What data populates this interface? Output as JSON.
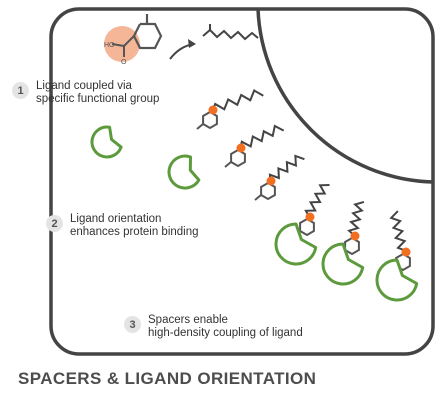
{
  "steps": [
    {
      "number": "1",
      "line1": "Ligand coupled via",
      "line2": "specific functional group"
    },
    {
      "number": "2",
      "line1": "Ligand orientation",
      "line2": "enhances protein binding"
    },
    {
      "number": "3",
      "line1": "Spacers enable",
      "line2": "high-density coupling of ligand"
    }
  ],
  "functional_group": {
    "ho": "HO",
    "o": "O"
  },
  "caption": "SPACERS & LIGAND ORIENTATION",
  "colors": {
    "frame": "#444444",
    "bead_stroke": "#444444",
    "protein_green": "#5c9a3c",
    "anchor_orange": "#f26f22",
    "functional_group_fill": "#f5b597",
    "step_badge": "#e4e4e4"
  },
  "icons": [
    "arrow-icon",
    "spacer-chain-icon",
    "ligand-ring-icon",
    "protein-icon",
    "anchor-dot-icon"
  ]
}
